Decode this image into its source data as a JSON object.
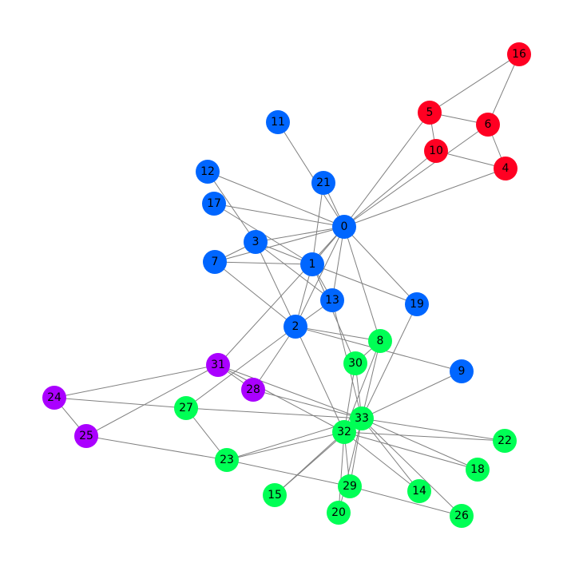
{
  "colors": {
    "edge": "#808080",
    "blue": "#0066ff",
    "red": "#ff0022",
    "green": "#00ff55",
    "purple": "#aa00ff"
  },
  "nodes": [
    {
      "id": "0",
      "group": "blue"
    },
    {
      "id": "1",
      "group": "blue"
    },
    {
      "id": "2",
      "group": "blue"
    },
    {
      "id": "3",
      "group": "blue"
    },
    {
      "id": "4",
      "group": "red"
    },
    {
      "id": "5",
      "group": "red"
    },
    {
      "id": "6",
      "group": "red"
    },
    {
      "id": "7",
      "group": "blue"
    },
    {
      "id": "8",
      "group": "green"
    },
    {
      "id": "9",
      "group": "blue"
    },
    {
      "id": "10",
      "group": "red"
    },
    {
      "id": "11",
      "group": "blue"
    },
    {
      "id": "12",
      "group": "blue"
    },
    {
      "id": "13",
      "group": "blue"
    },
    {
      "id": "14",
      "group": "green"
    },
    {
      "id": "15",
      "group": "green"
    },
    {
      "id": "16",
      "group": "red"
    },
    {
      "id": "17",
      "group": "blue"
    },
    {
      "id": "18",
      "group": "green"
    },
    {
      "id": "19",
      "group": "blue"
    },
    {
      "id": "20",
      "group": "green"
    },
    {
      "id": "21",
      "group": "blue"
    },
    {
      "id": "22",
      "group": "green"
    },
    {
      "id": "23",
      "group": "green"
    },
    {
      "id": "24",
      "group": "purple"
    },
    {
      "id": "25",
      "group": "purple"
    },
    {
      "id": "26",
      "group": "green"
    },
    {
      "id": "27",
      "group": "green"
    },
    {
      "id": "28",
      "group": "purple"
    },
    {
      "id": "29",
      "group": "green"
    },
    {
      "id": "30",
      "group": "green"
    },
    {
      "id": "31",
      "group": "purple"
    },
    {
      "id": "32",
      "group": "green"
    },
    {
      "id": "33",
      "group": "green"
    }
  ],
  "edges": [
    [
      "0",
      "1"
    ],
    [
      "0",
      "2"
    ],
    [
      "0",
      "3"
    ],
    [
      "0",
      "4"
    ],
    [
      "0",
      "5"
    ],
    [
      "0",
      "6"
    ],
    [
      "0",
      "7"
    ],
    [
      "0",
      "8"
    ],
    [
      "0",
      "10"
    ],
    [
      "0",
      "11"
    ],
    [
      "0",
      "12"
    ],
    [
      "0",
      "13"
    ],
    [
      "0",
      "17"
    ],
    [
      "0",
      "19"
    ],
    [
      "0",
      "21"
    ],
    [
      "0",
      "31"
    ],
    [
      "1",
      "2"
    ],
    [
      "1",
      "3"
    ],
    [
      "1",
      "7"
    ],
    [
      "1",
      "13"
    ],
    [
      "1",
      "17"
    ],
    [
      "1",
      "19"
    ],
    [
      "1",
      "21"
    ],
    [
      "1",
      "30"
    ],
    [
      "2",
      "3"
    ],
    [
      "2",
      "7"
    ],
    [
      "2",
      "8"
    ],
    [
      "2",
      "9"
    ],
    [
      "2",
      "13"
    ],
    [
      "2",
      "27"
    ],
    [
      "2",
      "28"
    ],
    [
      "2",
      "32"
    ],
    [
      "3",
      "7"
    ],
    [
      "3",
      "12"
    ],
    [
      "3",
      "13"
    ],
    [
      "4",
      "6"
    ],
    [
      "4",
      "10"
    ],
    [
      "5",
      "6"
    ],
    [
      "5",
      "10"
    ],
    [
      "5",
      "16"
    ],
    [
      "6",
      "16"
    ],
    [
      "8",
      "30"
    ],
    [
      "8",
      "32"
    ],
    [
      "8",
      "33"
    ],
    [
      "9",
      "33"
    ],
    [
      "13",
      "33"
    ],
    [
      "14",
      "32"
    ],
    [
      "14",
      "33"
    ],
    [
      "15",
      "32"
    ],
    [
      "15",
      "33"
    ],
    [
      "18",
      "32"
    ],
    [
      "18",
      "33"
    ],
    [
      "19",
      "33"
    ],
    [
      "20",
      "32"
    ],
    [
      "20",
      "33"
    ],
    [
      "22",
      "32"
    ],
    [
      "22",
      "33"
    ],
    [
      "23",
      "25"
    ],
    [
      "23",
      "27"
    ],
    [
      "23",
      "29"
    ],
    [
      "23",
      "32"
    ],
    [
      "23",
      "33"
    ],
    [
      "24",
      "25"
    ],
    [
      "24",
      "27"
    ],
    [
      "24",
      "31"
    ],
    [
      "25",
      "31"
    ],
    [
      "26",
      "29"
    ],
    [
      "26",
      "33"
    ],
    [
      "27",
      "33"
    ],
    [
      "28",
      "31"
    ],
    [
      "28",
      "33"
    ],
    [
      "29",
      "32"
    ],
    [
      "29",
      "33"
    ],
    [
      "30",
      "32"
    ],
    [
      "30",
      "33"
    ],
    [
      "31",
      "32"
    ],
    [
      "31",
      "33"
    ],
    [
      "32",
      "33"
    ]
  ]
}
